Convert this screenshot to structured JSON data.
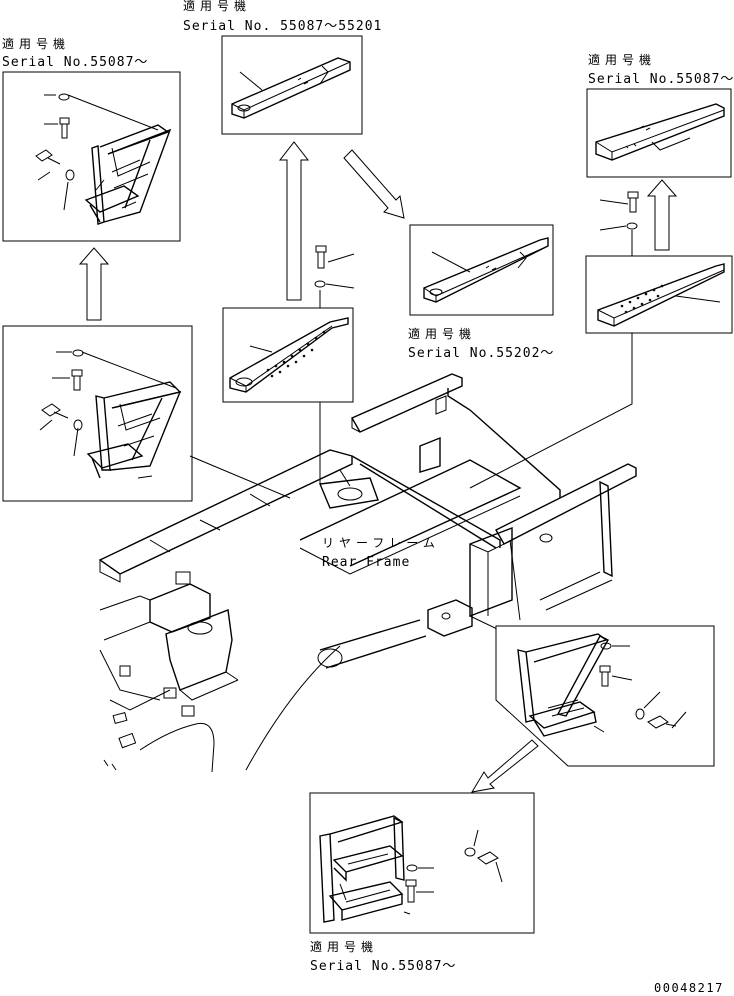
{
  "labels": {
    "tl_jp": "適用号機",
    "tl_serial": "Serial No.55087～",
    "tc_jp": "適用号機",
    "tc_serial": "Serial No. 55087～55201",
    "tr_jp": "適用号機",
    "tr_serial": "Serial No.55087～",
    "mid_jp": "適用号機",
    "mid_serial": "Serial No.55202～",
    "bot_jp": "適用号機",
    "bot_serial": "Serial No.55087～",
    "frame_jp": "リヤーフレーム",
    "frame_en": "Rear Frame",
    "drawing_code": "00048217"
  }
}
